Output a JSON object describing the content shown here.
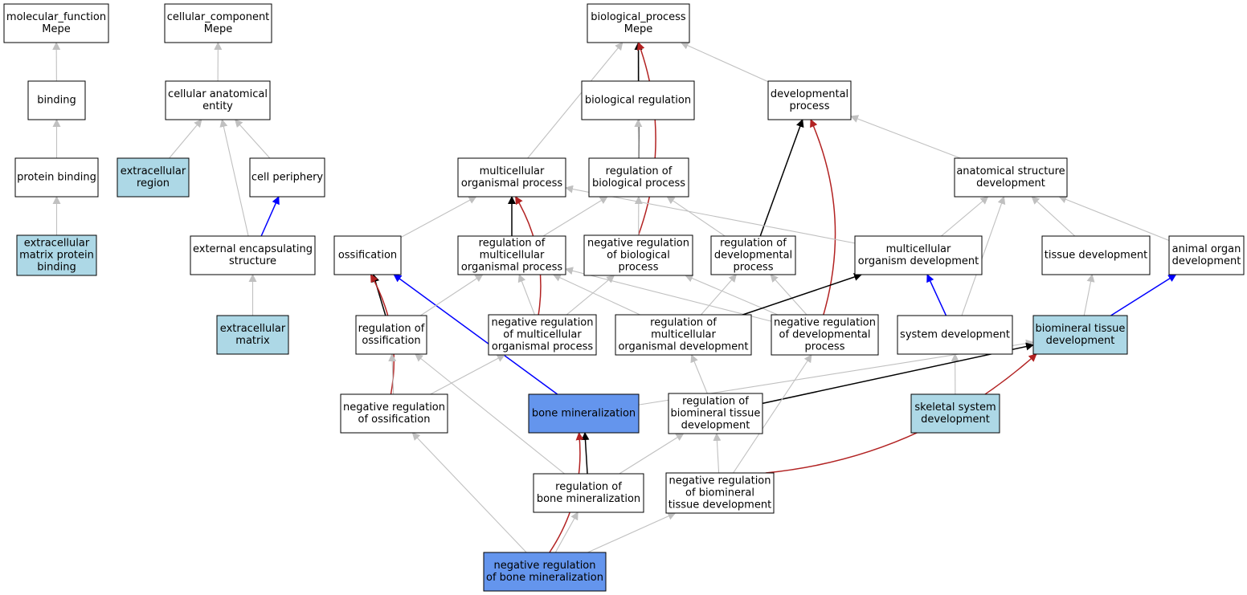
{
  "colors": {
    "plain": "#ffffff",
    "light": "#add8e6",
    "highlight": "#6495ed",
    "is_a": "#c0c0c0",
    "part_of": "#000000",
    "regulates": "#0000ff",
    "negatively_regulates": "#b22222"
  },
  "nodes": [
    {
      "id": "mf",
      "lines": [
        "molecular_function",
        "Мере"
      ],
      "fill": "plain"
    },
    {
      "id": "cc",
      "lines": [
        "cellular_component",
        "Мере"
      ],
      "fill": "plain"
    },
    {
      "id": "bp",
      "lines": [
        "biological_process",
        "Мере"
      ],
      "fill": "plain"
    },
    {
      "id": "binding",
      "lines": [
        "binding"
      ],
      "fill": "plain"
    },
    {
      "id": "cae",
      "lines": [
        "cellular anatomical",
        "entity"
      ],
      "fill": "plain"
    },
    {
      "id": "bioreg",
      "lines": [
        "biological regulation"
      ],
      "fill": "plain"
    },
    {
      "id": "devproc",
      "lines": [
        "developmental",
        "process"
      ],
      "fill": "plain"
    },
    {
      "id": "protbind",
      "lines": [
        "protein binding"
      ],
      "fill": "plain"
    },
    {
      "id": "ecregion",
      "lines": [
        "extracellular",
        "region"
      ],
      "fill": "light"
    },
    {
      "id": "cellper",
      "lines": [
        "cell periphery"
      ],
      "fill": "plain"
    },
    {
      "id": "multorg",
      "lines": [
        "multicellular",
        "organismal process"
      ],
      "fill": "plain"
    },
    {
      "id": "regbio",
      "lines": [
        "regulation of",
        "biological process"
      ],
      "fill": "plain"
    },
    {
      "id": "anatdev",
      "lines": [
        "anatomical structure",
        "development"
      ],
      "fill": "plain"
    },
    {
      "id": "ecmpb",
      "lines": [
        "extracellular",
        "matrix protein",
        "binding"
      ],
      "fill": "light"
    },
    {
      "id": "extenc",
      "lines": [
        "external encapsulating",
        "structure"
      ],
      "fill": "plain"
    },
    {
      "id": "ossif",
      "lines": [
        "ossification"
      ],
      "fill": "plain"
    },
    {
      "id": "regmult",
      "lines": [
        "regulation of",
        "multicellular",
        "organismal process"
      ],
      "fill": "plain"
    },
    {
      "id": "negregbio",
      "lines": [
        "negative regulation",
        "of biological",
        "process"
      ],
      "fill": "plain"
    },
    {
      "id": "regdev",
      "lines": [
        "regulation of",
        "developmental",
        "process"
      ],
      "fill": "plain"
    },
    {
      "id": "multdev",
      "lines": [
        "multicellular",
        "organism development"
      ],
      "fill": "plain"
    },
    {
      "id": "tissdev",
      "lines": [
        "tissue development"
      ],
      "fill": "plain"
    },
    {
      "id": "animorg",
      "lines": [
        "animal organ",
        "development"
      ],
      "fill": "plain"
    },
    {
      "id": "ecm",
      "lines": [
        "extracellular",
        "matrix"
      ],
      "fill": "light"
    },
    {
      "id": "regossif",
      "lines": [
        "regulation of",
        "ossification"
      ],
      "fill": "plain"
    },
    {
      "id": "negregmult",
      "lines": [
        "negative regulation",
        "of multicellular",
        "organismal process"
      ],
      "fill": "plain"
    },
    {
      "id": "regmultdev",
      "lines": [
        "regulation of",
        "multicellular",
        "organismal development"
      ],
      "fill": "plain"
    },
    {
      "id": "negregdev",
      "lines": [
        "negative regulation",
        "of developmental",
        "process"
      ],
      "fill": "plain"
    },
    {
      "id": "sysdev",
      "lines": [
        "system development"
      ],
      "fill": "plain"
    },
    {
      "id": "biomin",
      "lines": [
        "biomineral tissue",
        "development"
      ],
      "fill": "light"
    },
    {
      "id": "negregossif",
      "lines": [
        "negative regulation",
        "of ossification"
      ],
      "fill": "plain"
    },
    {
      "id": "bonemin",
      "lines": [
        "bone mineralization"
      ],
      "fill": "highlight"
    },
    {
      "id": "regbiomin",
      "lines": [
        "regulation of",
        "biomineral tissue",
        "development"
      ],
      "fill": "plain"
    },
    {
      "id": "skeldev",
      "lines": [
        "skeletal system",
        "development"
      ],
      "fill": "light"
    },
    {
      "id": "regbonemin",
      "lines": [
        "regulation of",
        "bone mineralization"
      ],
      "fill": "plain"
    },
    {
      "id": "negregbiomin",
      "lines": [
        "negative regulation",
        "of biomineral",
        "tissue development"
      ],
      "fill": "plain"
    },
    {
      "id": "negregbonemin",
      "lines": [
        "negative regulation",
        "of bone mineralization"
      ],
      "fill": "highlight"
    }
  ],
  "edges": [
    {
      "from": "binding",
      "to": "mf",
      "type": "is_a"
    },
    {
      "from": "protbind",
      "to": "binding",
      "type": "is_a"
    },
    {
      "from": "ecmpb",
      "to": "protbind",
      "type": "is_a"
    },
    {
      "from": "cae",
      "to": "cc",
      "type": "is_a"
    },
    {
      "from": "ecregion",
      "to": "cae",
      "type": "is_a"
    },
    {
      "from": "cellper",
      "to": "cae",
      "type": "is_a"
    },
    {
      "from": "extenc",
      "to": "cae",
      "type": "is_a"
    },
    {
      "from": "extenc",
      "to": "cellper",
      "type": "regulates"
    },
    {
      "from": "ecm",
      "to": "extenc",
      "type": "is_a"
    },
    {
      "from": "bioreg",
      "to": "bp",
      "type": "is_a"
    },
    {
      "from": "devproc",
      "to": "bp",
      "type": "is_a"
    },
    {
      "from": "multorg",
      "to": "bp",
      "type": "is_a"
    },
    {
      "from": "regbio",
      "to": "bp",
      "type": "part_of"
    },
    {
      "from": "regbio",
      "to": "bioreg",
      "type": "is_a"
    },
    {
      "from": "negregbio",
      "to": "bp",
      "type": "negatively_regulates"
    },
    {
      "from": "anatdev",
      "to": "devproc",
      "type": "is_a"
    },
    {
      "from": "regdev",
      "to": "devproc",
      "type": "part_of"
    },
    {
      "from": "negregdev",
      "to": "devproc",
      "type": "negatively_regulates"
    },
    {
      "from": "ossif",
      "to": "multorg",
      "type": "is_a"
    },
    {
      "from": "multdev",
      "to": "multorg",
      "type": "is_a"
    },
    {
      "from": "regmult",
      "to": "multorg",
      "type": "part_of"
    },
    {
      "from": "negregmult",
      "to": "multorg",
      "type": "negatively_regulates"
    },
    {
      "from": "regmult",
      "to": "regbio",
      "type": "is_a"
    },
    {
      "from": "negregbio",
      "to": "regbio",
      "type": "is_a"
    },
    {
      "from": "regdev",
      "to": "regbio",
      "type": "is_a"
    },
    {
      "from": "multdev",
      "to": "anatdev",
      "type": "is_a"
    },
    {
      "from": "sysdev",
      "to": "anatdev",
      "type": "is_a"
    },
    {
      "from": "tissdev",
      "to": "anatdev",
      "type": "is_a"
    },
    {
      "from": "animorg",
      "to": "anatdev",
      "type": "is_a"
    },
    {
      "from": "regossif",
      "to": "ossif",
      "type": "part_of"
    },
    {
      "from": "negregossif",
      "to": "ossif",
      "type": "negatively_regulates"
    },
    {
      "from": "bonemin",
      "to": "ossif",
      "type": "regulates"
    },
    {
      "from": "regossif",
      "to": "regmult",
      "type": "is_a"
    },
    {
      "from": "negregmult",
      "to": "regmult",
      "type": "is_a"
    },
    {
      "from": "negregmult",
      "to": "negregbio",
      "type": "is_a"
    },
    {
      "from": "regmultdev",
      "to": "regmult",
      "type": "is_a"
    },
    {
      "from": "negregdev",
      "to": "regmult",
      "type": "is_a"
    },
    {
      "from": "regmultdev",
      "to": "regdev",
      "type": "is_a"
    },
    {
      "from": "negregdev",
      "to": "regdev",
      "type": "is_a"
    },
    {
      "from": "negregdev",
      "to": "negregbio",
      "type": "is_a"
    },
    {
      "from": "regmultdev",
      "to": "multdev",
      "type": "part_of"
    },
    {
      "from": "sysdev",
      "to": "multdev",
      "type": "regulates"
    },
    {
      "from": "biomin",
      "to": "tissdev",
      "type": "is_a"
    },
    {
      "from": "biomin",
      "to": "animorg",
      "type": "regulates"
    },
    {
      "from": "skeldev",
      "to": "sysdev",
      "type": "is_a"
    },
    {
      "from": "negregossif",
      "to": "regossif",
      "type": "is_a"
    },
    {
      "from": "negregossif",
      "to": "negregmult",
      "type": "is_a"
    },
    {
      "from": "bonemin",
      "to": "biomin",
      "type": "is_a"
    },
    {
      "from": "regbiomin",
      "to": "biomin",
      "type": "part_of"
    },
    {
      "from": "regbiomin",
      "to": "regmultdev",
      "type": "is_a"
    },
    {
      "from": "negregbiomin",
      "to": "negregdev",
      "type": "is_a"
    },
    {
      "from": "negregbiomin",
      "to": "regbiomin",
      "type": "is_a"
    },
    {
      "from": "negregbiomin",
      "to": "biomin",
      "type": "negatively_regulates"
    },
    {
      "from": "regbonemin",
      "to": "bonemin",
      "type": "part_of"
    },
    {
      "from": "regbonemin",
      "to": "regossif",
      "type": "is_a"
    },
    {
      "from": "regbonemin",
      "to": "regbiomin",
      "type": "is_a"
    },
    {
      "from": "negregbonemin",
      "to": "bonemin",
      "type": "negatively_regulates"
    },
    {
      "from": "negregbonemin",
      "to": "regbonemin",
      "type": "is_a"
    },
    {
      "from": "negregbonemin",
      "to": "negregossif",
      "type": "is_a"
    },
    {
      "from": "negregbonemin",
      "to": "negregbiomin",
      "type": "is_a"
    }
  ]
}
